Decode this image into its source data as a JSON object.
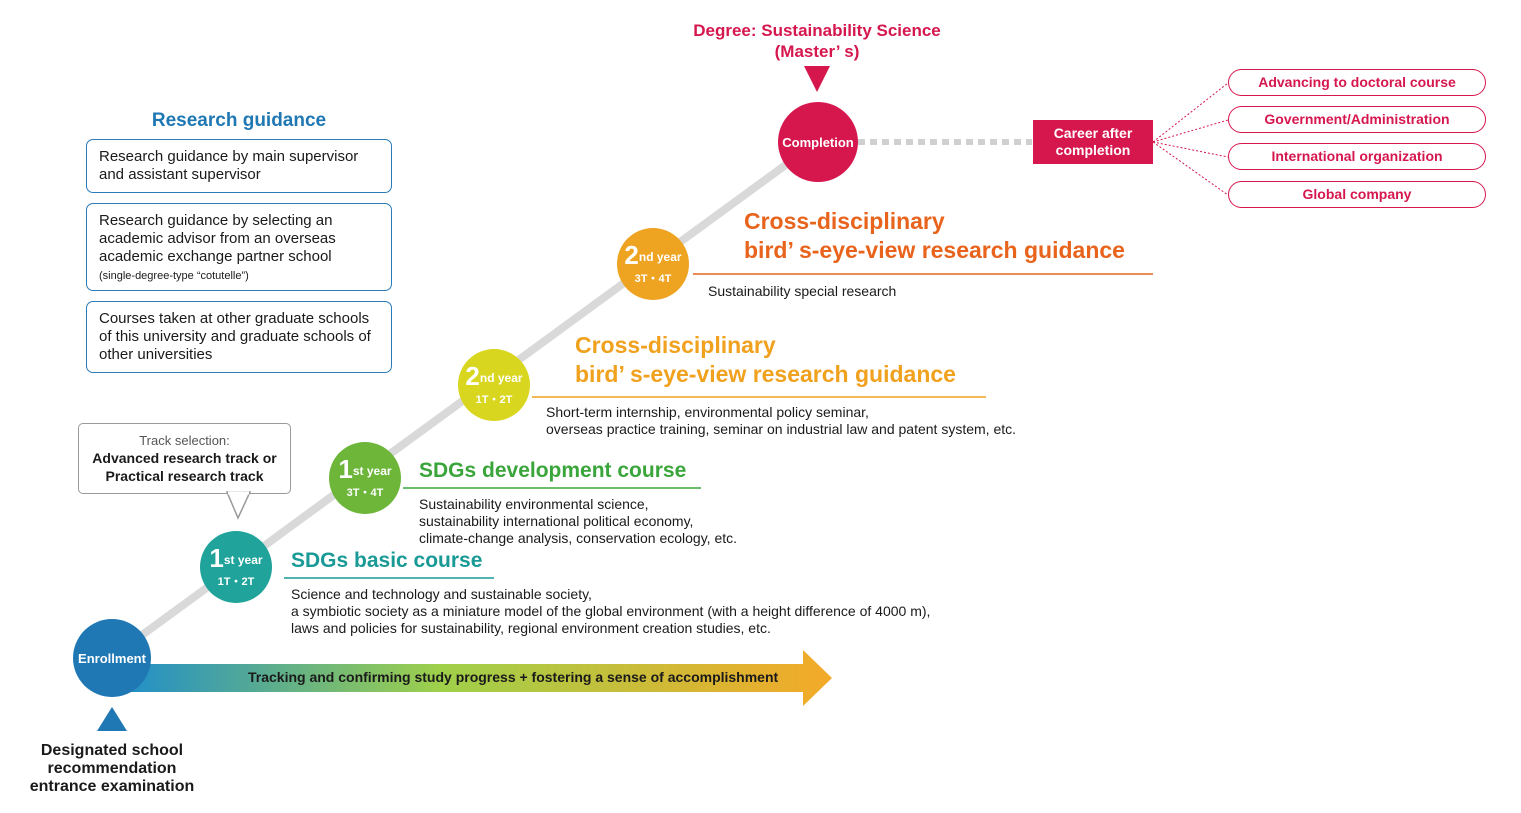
{
  "degree": {
    "line1": "Degree: Sustainability Science",
    "line2": "(Master’ s)"
  },
  "research_guidance": {
    "title": "Research guidance",
    "items": [
      {
        "text": "Research guidance by main supervisor and assistant supervisor"
      },
      {
        "text": "Research guidance by selecting an academic advisor from an overseas academic exchange partner school",
        "note": "(single-degree-type “cotutelle”)"
      },
      {
        "text": "Courses taken at other graduate schools of this university and graduate schools of other universities"
      }
    ]
  },
  "track_selection": {
    "label": "Track selection:",
    "line1": "Advanced research track or",
    "line2": "Practical research track"
  },
  "enrollment": {
    "label": "Enrollment"
  },
  "completion": {
    "label": "Completion"
  },
  "entrance": {
    "line1": "Designated school",
    "line2": "recommendation",
    "line3": "entrance examination"
  },
  "progress_arrow": {
    "label": "Tracking and confirming study progress + fostering a sense of accomplishment"
  },
  "steps": [
    {
      "num": "1",
      "suffix": "st year",
      "term": "1T・2T",
      "title": "SDGs basic course",
      "desc": [
        "Science and technology and sustainable society,",
        "a symbiotic society as a miniature model of the global environment (with a height difference of 4000 m),",
        "laws and policies for sustainability, regional environment creation studies, etc."
      ]
    },
    {
      "num": "1",
      "suffix": "st year",
      "term": "3T・4T",
      "title": "SDGs development course",
      "desc": [
        "Sustainability environmental science,",
        "sustainability international political economy,",
        "climate-change analysis, conservation ecology, etc."
      ]
    },
    {
      "num": "2",
      "suffix": "nd year",
      "term": "1T・2T",
      "title_line1": "Cross-disciplinary",
      "title_line2": "bird’ s-eye-view research guidance",
      "desc": [
        "Short-term internship, environmental policy seminar,",
        "overseas practice training, seminar on industrial law and patent system, etc."
      ]
    },
    {
      "num": "2",
      "suffix": "nd year",
      "term": "3T・4T",
      "title_line1": "Cross-disciplinary",
      "title_line2": "bird’ s-eye-view research guidance",
      "desc": [
        "Sustainability special research"
      ]
    }
  ],
  "career": {
    "line1": "Career after",
    "line2": "completion",
    "items": [
      "Advancing to doctoral course",
      "Government/Administration",
      "International organization",
      "Global company"
    ]
  },
  "colors": {
    "enrollment": "#1f78b4",
    "step1": "#1fa39a",
    "step2": "#6db63a",
    "step3": "#d9d61f",
    "step4": "#eea321",
    "completion": "#d6174e",
    "title_step1": "#199a96",
    "title_step2": "#3aa53a",
    "title_step3": "#f0a11e",
    "title_step4": "#e8641c"
  }
}
